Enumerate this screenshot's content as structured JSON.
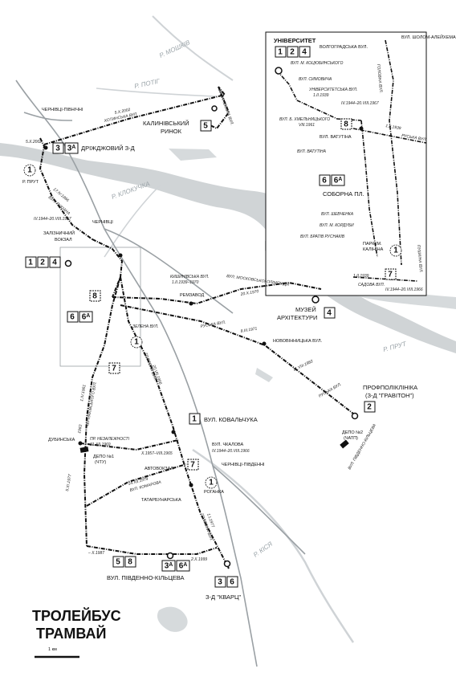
{
  "title_line1": "ТРОЛЕЙБУС",
  "title_line2": "ТРАМВАЙ",
  "scale_label": "1 км",
  "rivers": {
    "potik": "Р. ПОТІГ",
    "mishkiv": "Р. МОШКІВ",
    "klokuchka": "Р. КЛОКУЧКА",
    "prut": "Р. ПРУТ",
    "kisia": "Р. КІСЯ"
  },
  "stations": {
    "cherniv_pivnichni": "ЧЕРНІВЦІ-ПІВНІЧНІ",
    "chernivtsi": "ЧЕРНІВЦІ",
    "cherniv_pivdenni": "ЧЕРНІВЦІ-ПІВДЕННІ"
  },
  "stops": {
    "kalynivskyi": "КАЛИНІВСЬКИЙ\nРИНОК",
    "drizhdzhovyi": "ДРІЖДЖОВИЙ З-Д",
    "r_prut": "Р. ПРУТ",
    "zaliznychnyi": "ЗАЛІЗНИЧНИЙ\nВОКЗАЛ",
    "remzavod": "РЕМЗАВОД",
    "muzei": "МУЗЕЙ\nАРХІТЕКТУРИ",
    "novovinnytska": "НОВОВІННИЦЬКА ВУЛ.",
    "profpoliklinika": "ПРОФПОЛІКЛІНІКА\n(З-Д \"ГРАВІТОН\")",
    "kovalchuka": "ВУЛ. КОВАЛЬЧУКА",
    "dubynska": "ДУБИНСЬКА",
    "depo1": "ДЕПО №1\n(ЧТУ)",
    "depo2": "ДЕПО №2\n(ЧАТП)",
    "chkalova": "ВУЛ. ЧКАЛОВА",
    "chkalova_dates": "IV.1944–20.VIII.1966",
    "avtovokzal": "АВТОВОКЗАЛ",
    "rohanka": "РОГАНКА",
    "tatarbunarska": "ТАТАРБУНАРСЬКА",
    "pivdenno_kiltseva": "ВУЛ. ПІВДЕННО-КІЛЬЦЕВА",
    "kvarts": "З-Д \"КВАРЦ\""
  },
  "route_labels": {
    "kalynivskyi": [
      "5"
    ],
    "drizhdzhovyi": [
      "3",
      "3ᴬ"
    ],
    "centre": [
      "1",
      "2",
      "4"
    ],
    "remzavod_loop": [
      "8"
    ],
    "soborna": [
      "6",
      "6ᴬ"
    ],
    "central_loop": [
      "7"
    ],
    "muzei": [
      "4"
    ],
    "profpoliklinika": [
      "2"
    ],
    "kovalchuka": [
      "1"
    ],
    "avtovokzal": [
      "7"
    ],
    "pivdenno_kiltseva": [
      "5",
      "8"
    ],
    "pivdenno_kiltseva_b": [
      "3ᴬ",
      "6ᴬ"
    ],
    "kvarts": [
      "3",
      "6"
    ]
  },
  "streets_main": {
    "khotynska": "ХОТИНСЬКА ВУЛ.",
    "khotynska_date": "5.X.2002",
    "kalynivska": "КАЛИНІВСЬКА ВУЛ.",
    "drizhdzh_date": "5.X.2002",
    "lukiana": "ВУЛ. ЛУКІАНА",
    "lukiana_date": "17.IV.1966",
    "zaliznychna_dates": "IV.1944–20.VIII.1967",
    "kyshynivska": "КИШИНІВСЬКА ВУЛ.",
    "kyshynivska_dates": "1.II.1939–1970",
    "moskovskoi": "ВУЛ. МОСКОВСЬКОЇ ОЛІМПІАДИ",
    "moskovskoi_date": "20.X.1970",
    "zelena": "ЗЕЛЕНА ВУЛ.",
    "ruska": "РУСЬКА ВУЛ.",
    "ruska_date": "8.III.1971",
    "ruska_date2": "11.VIII.1982",
    "ruska2": "РУСЬКА ВУЛ.",
    "pivdenno_kiltseva_st": "ВУЛ. ПІВДЕННО-КІЛЬЦЕВА",
    "cherniakhovskoho": "ЧЕРНЯХІВСЬКОГО ВУЛ.",
    "cherniakhovskoho_date": "1.IV.1961",
    "holovna": "ГОЛОВНА ВУЛ.",
    "holovna_date": "20.VII.1966",
    "nezalezhnosti": "ПР. НЕЗАЛЕЖНОСТІ",
    "nezalezhnosti_date": "31.XII.1969",
    "nezalezh_dates": "X.1957–VIII.1965",
    "komarova": "ВУЛ. КОМАРОВА",
    "komarova_date": "14.XII.1979",
    "holovna_south": "ГОЛОВНА ВУЛ.",
    "holovna_south_date": "1.I.1977",
    "southring_date": "2.X.1999",
    "date_1987": "– X.1987",
    "date_1977": "5.XI.1977",
    "date_1963": "1963"
  },
  "inset": {
    "universytet": "УНІВЕРСИТЕТ",
    "universytet_routes": [
      "1",
      "2",
      "4"
    ],
    "volgogradska": "ВОЛГОГРАДСЬКА ВУЛ.",
    "sholom": "ВУЛ. ШОЛОМ-АЛЕЙХЕМА",
    "kotsiubynskoho": "ВУЛ. М. КОЦЮБИНСЬКОГО",
    "symovycha": "ВУЛ. СИМОВИЧА",
    "universytetska": "УНІВЕРСИТЕТСЬКА ВУЛ.",
    "universytetska_date": "1.II.1939",
    "inset_dates": "IV.1944–20.VIII.1967",
    "holovna_inset": "ГОЛОВНА ВУЛ.",
    "khmelnytskoho": "ВУЛ. Б. ХМЕЛЬНИЦЬКОГО",
    "khmelnytskoho_date": "VIII.1961",
    "vatutina_stop": "ВУЛ. ВАТУТІНА",
    "vatutina_routes": [
      "8"
    ],
    "vatutina_st": "ВУЛ. ВАТУТІНА",
    "ruska_inset": "РУСЬКА ВУЛ.",
    "ruska_inset_date": "1.II.1939",
    "soborna": "СОБОРНА ПЛ.",
    "soborna_routes": [
      "6",
      "6ᴬ"
    ],
    "shevchenka": "ВУЛ. ШЕВЧЕНКА",
    "kordubu": "ВУЛ. М. КОРДУБИ",
    "rusnakiv": "ВУЛ. БРАТІВ РУСНАКІВ",
    "park": "ПАРК ІМ.\nКАЛІНІНА",
    "park_routes": [
      "7"
    ],
    "sadova": "САДОВА ВУЛ.",
    "sadova_date": "1.II.1939",
    "inset_bottom_dates": "IV.1944–20.VIII.1966",
    "pushkina": "ПУШКІНА ВУЛ.",
    "loop_label": "1"
  }
}
